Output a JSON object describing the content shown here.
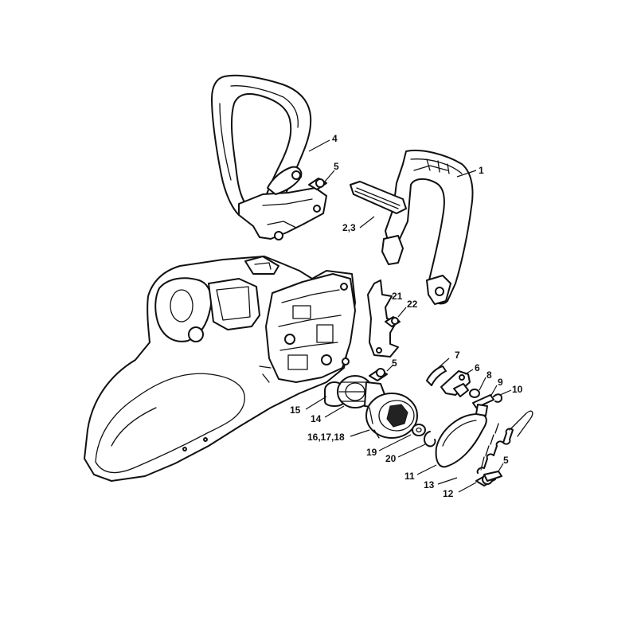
{
  "callouts": [
    {
      "id": "c4",
      "label": "4"
    },
    {
      "id": "c5a",
      "label": "5"
    },
    {
      "id": "c1",
      "label": "1"
    },
    {
      "id": "c23",
      "label": "2,3"
    },
    {
      "id": "c21",
      "label": "21"
    },
    {
      "id": "c22",
      "label": "22"
    },
    {
      "id": "c5b",
      "label": "5"
    },
    {
      "id": "c7",
      "label": "7"
    },
    {
      "id": "c6",
      "label": "6"
    },
    {
      "id": "c8",
      "label": "8"
    },
    {
      "id": "c9",
      "label": "9"
    },
    {
      "id": "c10",
      "label": "10"
    },
    {
      "id": "c15",
      "label": "15"
    },
    {
      "id": "c14",
      "label": "14"
    },
    {
      "id": "c161718",
      "label": "16,17,18"
    },
    {
      "id": "c19",
      "label": "19"
    },
    {
      "id": "c20",
      "label": "20"
    },
    {
      "id": "c11",
      "label": "11"
    },
    {
      "id": "c5c",
      "label": "5"
    },
    {
      "id": "c13",
      "label": "13"
    },
    {
      "id": "c12",
      "label": "12"
    }
  ]
}
